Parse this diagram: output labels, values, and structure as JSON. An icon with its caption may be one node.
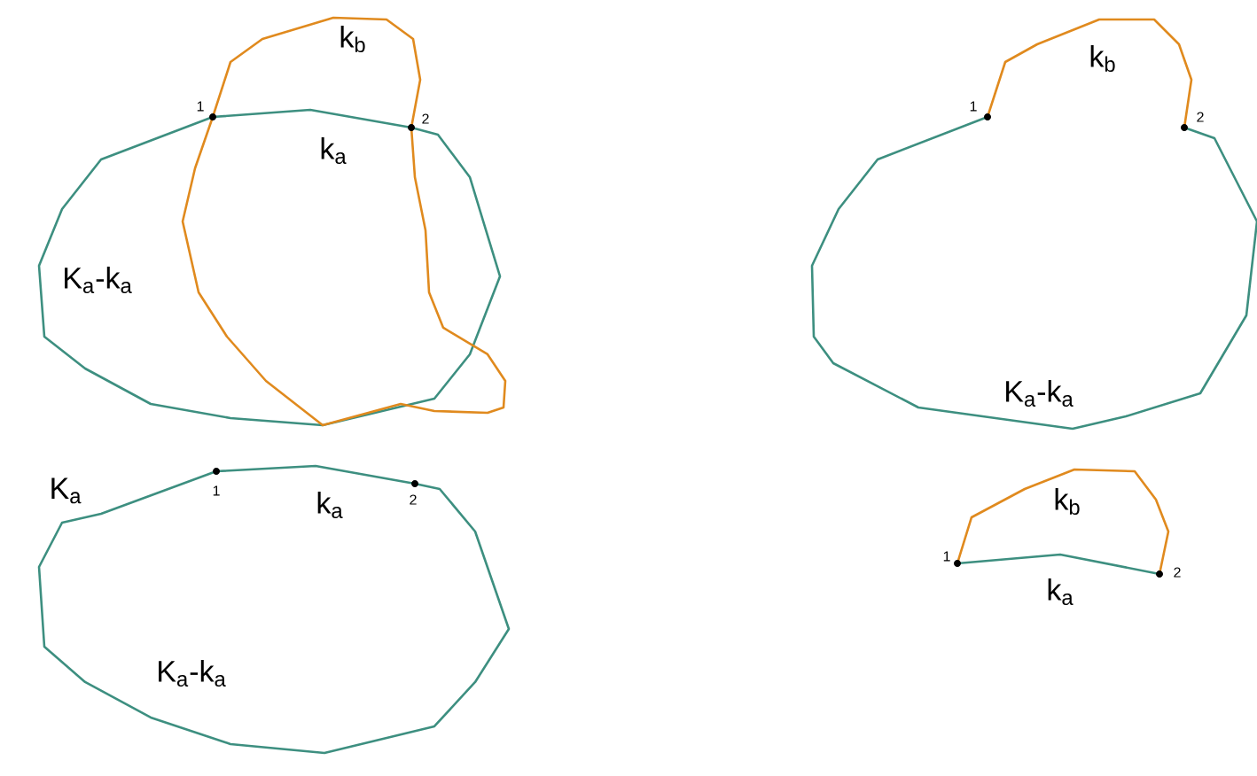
{
  "diagram": {
    "labels": [
      "k$_{b}$",
      "1",
      "2",
      "k$_{a}$",
      "K$_{a}$-k$_{a}$",
      "k$_{b}$",
      "1",
      "2",
      "K$_{a}$-k$_{a}$",
      "K$_{a}$",
      "1",
      "k$_{a}$",
      "2",
      "K$_{a}$-k$_{a}$",
      "k$_{b}$",
      "1",
      "k$_{a}$",
      "2"
    ]
  }
}
